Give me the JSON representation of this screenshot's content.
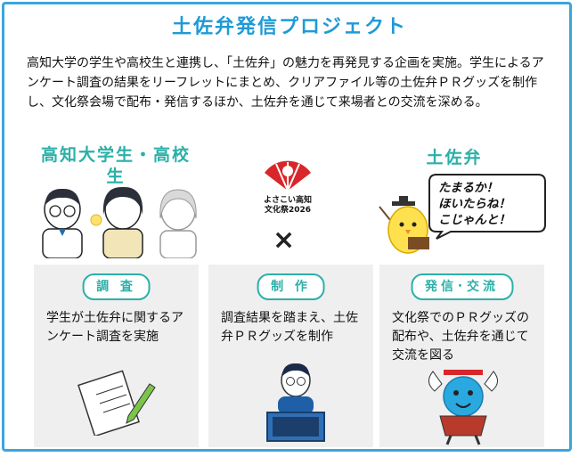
{
  "title": "土佐弁発信プロジェクト",
  "intro": "高知大学の学生や高校生と連携し、「土佐弁」の魅力を再発見する企画を実施。学生によるアンケート調査の結果をリーフレットにまとめ、クリアファイル等の土佐弁ＰＲグッズを制作し、文化祭会場で配布・発信するほか、土佐弁を通じて来場者との交流を深める。",
  "left_label": "高知大学生・高校生",
  "right_label": "土佐弁",
  "speech": [
    "たまるか！",
    "ほいたらね！",
    "こじゃんと！"
  ],
  "logo_lines": [
    "よさこい高知",
    "文化祭2026"
  ],
  "times": "×",
  "cards": [
    {
      "label": "調 査",
      "text": "学生が土佐弁に関するアンケート調査を実施"
    },
    {
      "label": "制 作",
      "text": "調査結果を踏まえ、土佐弁ＰＲグッズを制作"
    },
    {
      "label": "発信･交流",
      "text": "文化祭でのＰＲグッズの配布や、土佐弁を通じて交流を図る"
    }
  ],
  "colors": {
    "accent_blue": "#1f9ad6",
    "accent_teal": "#2bb0a8",
    "logo_red": "#d9262a"
  }
}
